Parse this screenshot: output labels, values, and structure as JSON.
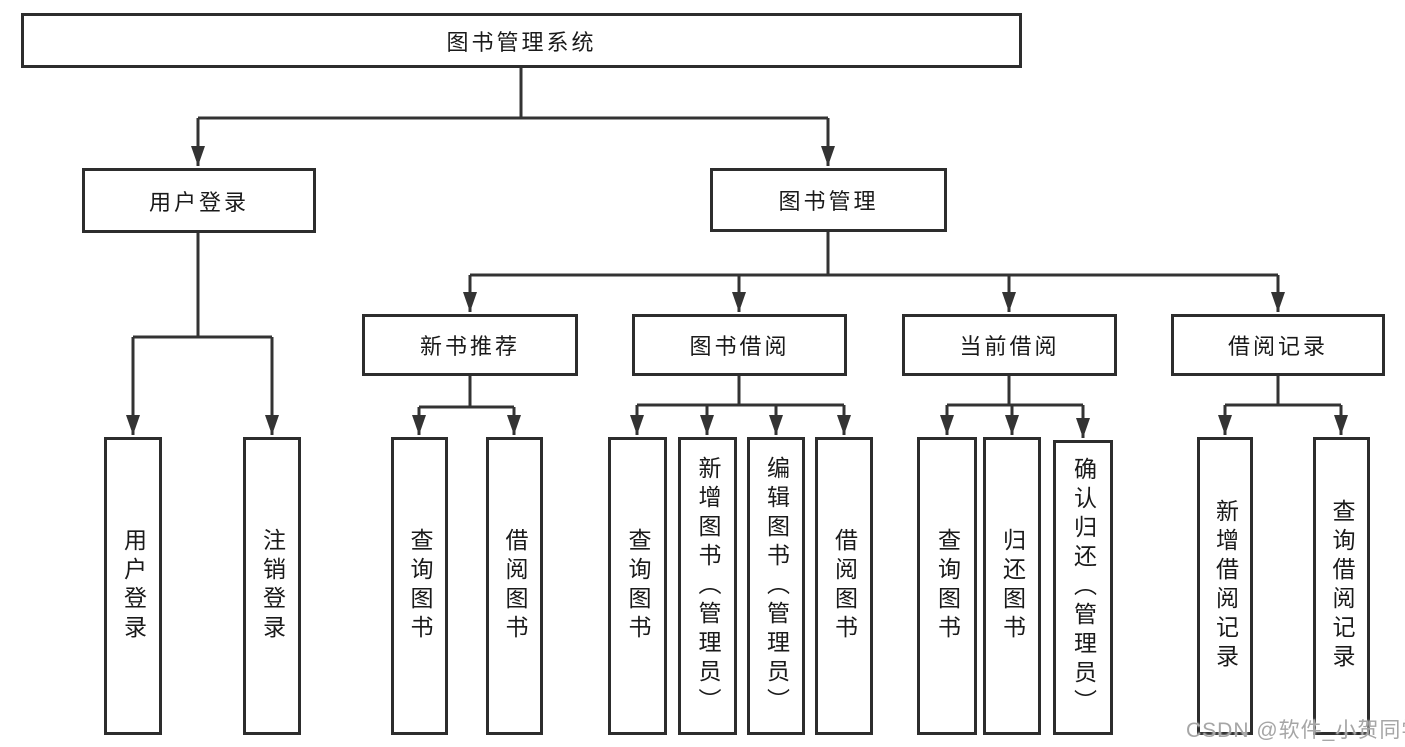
{
  "diagram": {
    "title": "图书管理系统",
    "branches": {
      "user_login": {
        "label": "用户登录",
        "children": [
          "用户登录",
          "注销登录"
        ]
      },
      "book_mgmt": {
        "label": "图书管理",
        "sections": {
          "new_book": {
            "label": "新书推荐",
            "children": [
              "查询图书",
              "借阅图书"
            ]
          },
          "borrow": {
            "label": "图书借阅",
            "children": [
              "查询图书",
              "新增图书（管理员）",
              "编辑图书（管理员）",
              "借阅图书"
            ]
          },
          "current": {
            "label": "当前借阅",
            "children": [
              "查询图书",
              "归还图书",
              "确认归还（管理员）"
            ]
          },
          "record": {
            "label": "借阅记录",
            "children": [
              "新增借阅记录",
              "查询借阅记录"
            ]
          }
        }
      }
    }
  },
  "watermark": "CSDN @软件_小贺同学",
  "colors": {
    "line": "#333333",
    "box_border": "#2d2d2d",
    "text": "#1a1a1a",
    "watermark_text": "#a6a6a6",
    "background": "#ffffff"
  }
}
